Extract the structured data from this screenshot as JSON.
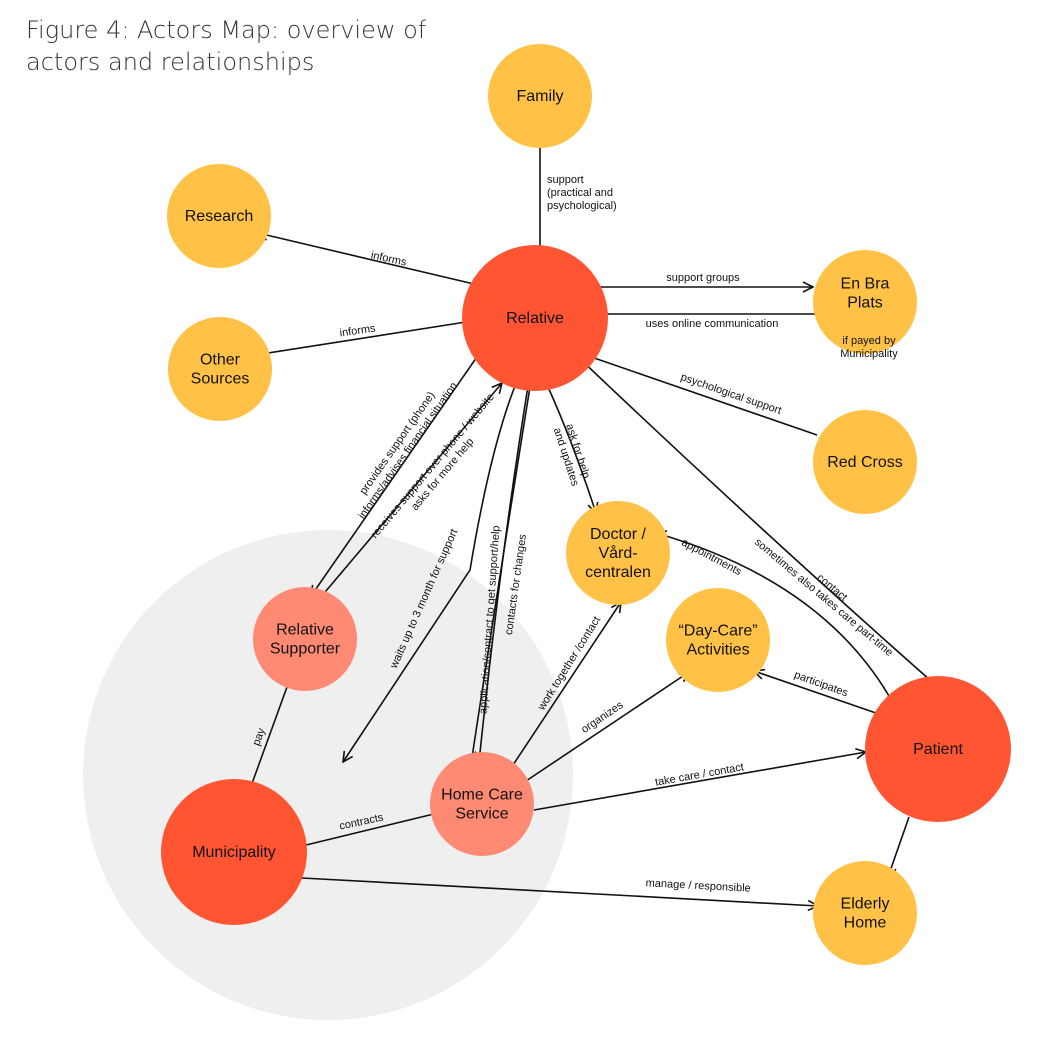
{
  "title": {
    "line1": "Figure 4: Actors Map: overview of",
    "line2": "actors and relationships"
  },
  "colors": {
    "primary": "#FF5533",
    "secondary": "#FF8A73",
    "tertiary": "#FFC247",
    "zone": "#EFEFEF",
    "line": "#111111"
  },
  "nodes": {
    "family": {
      "lines": [
        "Family"
      ]
    },
    "research": {
      "lines": [
        "Research"
      ]
    },
    "relative": {
      "lines": [
        "Relative"
      ]
    },
    "en_bra_plats": {
      "lines": [
        "En Bra",
        "Plats"
      ],
      "note": [
        "if payed by",
        "Municipality"
      ]
    },
    "other_sources": {
      "lines": [
        "Other",
        "Sources"
      ]
    },
    "red_cross": {
      "lines": [
        "Red Cross"
      ]
    },
    "doctor": {
      "lines": [
        "Doctor /",
        "Vård-",
        "centralen"
      ]
    },
    "relative_supporter": {
      "lines": [
        "Relative",
        "Supporter"
      ]
    },
    "day_care": {
      "lines": [
        "“Day-Care”",
        "Activities"
      ]
    },
    "patient": {
      "lines": [
        "Patient"
      ]
    },
    "home_care": {
      "lines": [
        "Home Care",
        "Service"
      ]
    },
    "municipality": {
      "lines": [
        "Municipality"
      ]
    },
    "elderly_home": {
      "lines": [
        "Elderly",
        "Home"
      ]
    }
  },
  "edges": {
    "family_relative": [
      "support",
      "(practical and",
      "psychological)"
    ],
    "relative_research": [
      "informs"
    ],
    "relative_other_sources": [
      "informs"
    ],
    "relative_en_bra_plats": [
      "support groups"
    ],
    "en_bra_plats_relative": [
      "uses online communication"
    ],
    "red_cross_relative": [
      "psychological support"
    ],
    "relative_doctor": [
      "ask for help",
      "and updates"
    ],
    "relative_supporter_link": [
      "provides support (phone)",
      "informs/advises financial situation"
    ],
    "supporter_relative_link": [
      "receives support over phone / website",
      "asks for more help"
    ],
    "relative_wait": [
      "waits up to 3 month for support"
    ],
    "relative_home_care": [
      "application/contract to get support/help"
    ],
    "home_care_relative": [
      "contacts for changes"
    ],
    "home_care_doctor": [
      "work together /contact"
    ],
    "home_care_day_care": [
      "organizes"
    ],
    "home_care_patient": [
      "take care / contact"
    ],
    "patient_day_care": [
      "participates"
    ],
    "patient_doctor": [
      "appointments"
    ],
    "relative_patient": [
      "contact",
      "sometimes also takes care part-time"
    ],
    "municipality_supporter": [
      "pay"
    ],
    "municipality_home_care": [
      "contracts"
    ],
    "municipality_elderly_home": [
      "manage / responsible"
    ]
  }
}
